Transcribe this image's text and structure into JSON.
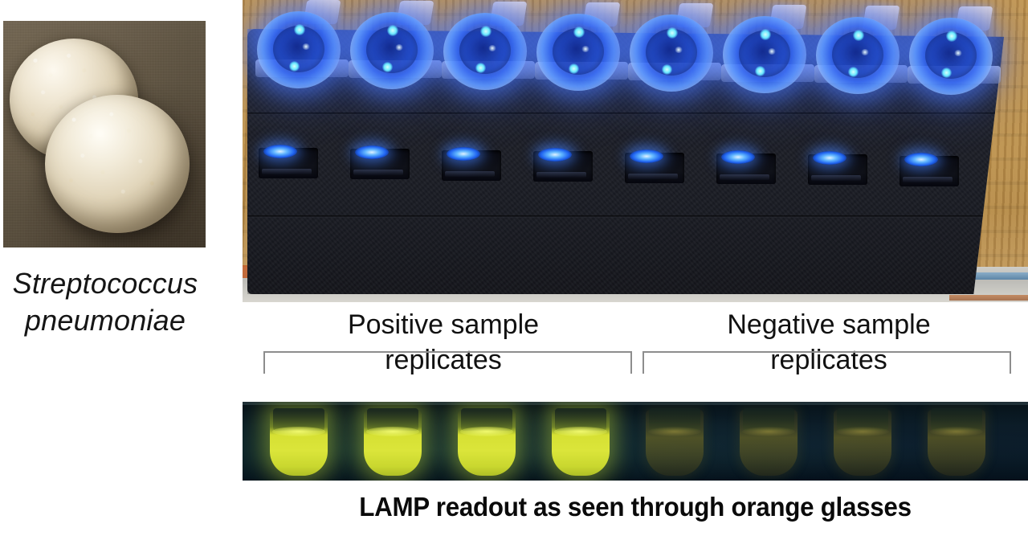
{
  "figure": {
    "title": "LAMP diagnostic device figure",
    "panels": [
      "sem-micrograph",
      "device-photo",
      "lamp-readout"
    ]
  },
  "sem": {
    "caption_line1": "Streptococcus",
    "caption_line2": "pneumoniae",
    "caption_full": "Streptococcus pneumoniae",
    "image_alt": "scanning electron micrograph of two diplococci",
    "cell_count": 2
  },
  "device": {
    "alt": "portable LAMP heater block with eight illuminated PCR tube caps",
    "tube_count": 8,
    "led_slot_count": 8,
    "led_color": "#4a7aff",
    "block_color": "#1d1f27",
    "bench_color": "#c79a52"
  },
  "groups": {
    "positive": {
      "line1": "Positive sample",
      "line2": "replicates",
      "label": "Positive sample replicates",
      "replicates": 4
    },
    "negative": {
      "line1": "Negative sample",
      "line2": "replicates",
      "label": "Negative sample replicates",
      "replicates": 4
    },
    "bracket_color": "#8d8d8d"
  },
  "lamp_readout": {
    "caption": "LAMP readout as seen through orange glasses",
    "tube_count": 8,
    "positive_color": "#d6e033",
    "negative_color": "#7a6c1c",
    "background_color": "#081820",
    "tubes": [
      {
        "index": 1,
        "group": "positive",
        "result": "positive",
        "fluorescence": "bright"
      },
      {
        "index": 2,
        "group": "positive",
        "result": "positive",
        "fluorescence": "bright"
      },
      {
        "index": 3,
        "group": "positive",
        "result": "positive",
        "fluorescence": "bright"
      },
      {
        "index": 4,
        "group": "positive",
        "result": "positive",
        "fluorescence": "bright"
      },
      {
        "index": 5,
        "group": "negative",
        "result": "negative",
        "fluorescence": "dim"
      },
      {
        "index": 6,
        "group": "negative",
        "result": "negative",
        "fluorescence": "dim"
      },
      {
        "index": 7,
        "group": "negative",
        "result": "negative",
        "fluorescence": "dim"
      },
      {
        "index": 8,
        "group": "negative",
        "result": "negative",
        "fluorescence": "dim"
      }
    ]
  }
}
